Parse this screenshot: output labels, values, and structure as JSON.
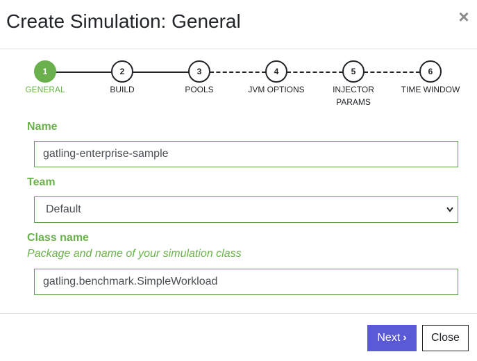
{
  "modal": {
    "title": "Create Simulation: General",
    "close_glyph": "×"
  },
  "stepper": {
    "steps": [
      {
        "number": "1",
        "label": "GENERAL",
        "active": true
      },
      {
        "number": "2",
        "label": "BUILD",
        "active": false
      },
      {
        "number": "3",
        "label": "POOLS",
        "active": false
      },
      {
        "number": "4",
        "label": "JVM OPTIONS",
        "active": false
      },
      {
        "number": "5",
        "label_line1": "INJECTOR",
        "label_line2": "PARAMS",
        "active": false
      },
      {
        "number": "6",
        "label": "TIME WINDOW",
        "active": false
      }
    ]
  },
  "form": {
    "name": {
      "label": "Name",
      "value": "gatling-enterprise-sample"
    },
    "team": {
      "label": "Team",
      "selected": "Default"
    },
    "class_name": {
      "label": "Class name",
      "help": "Package and name of your simulation class",
      "value": "gatling.benchmark.SimpleWorkload"
    }
  },
  "footer": {
    "next_label": "Next",
    "next_icon": "›",
    "close_label": "Close"
  },
  "colors": {
    "accent_green": "#6ab04c",
    "primary_button": "#5a5ad6",
    "text": "#212529"
  }
}
